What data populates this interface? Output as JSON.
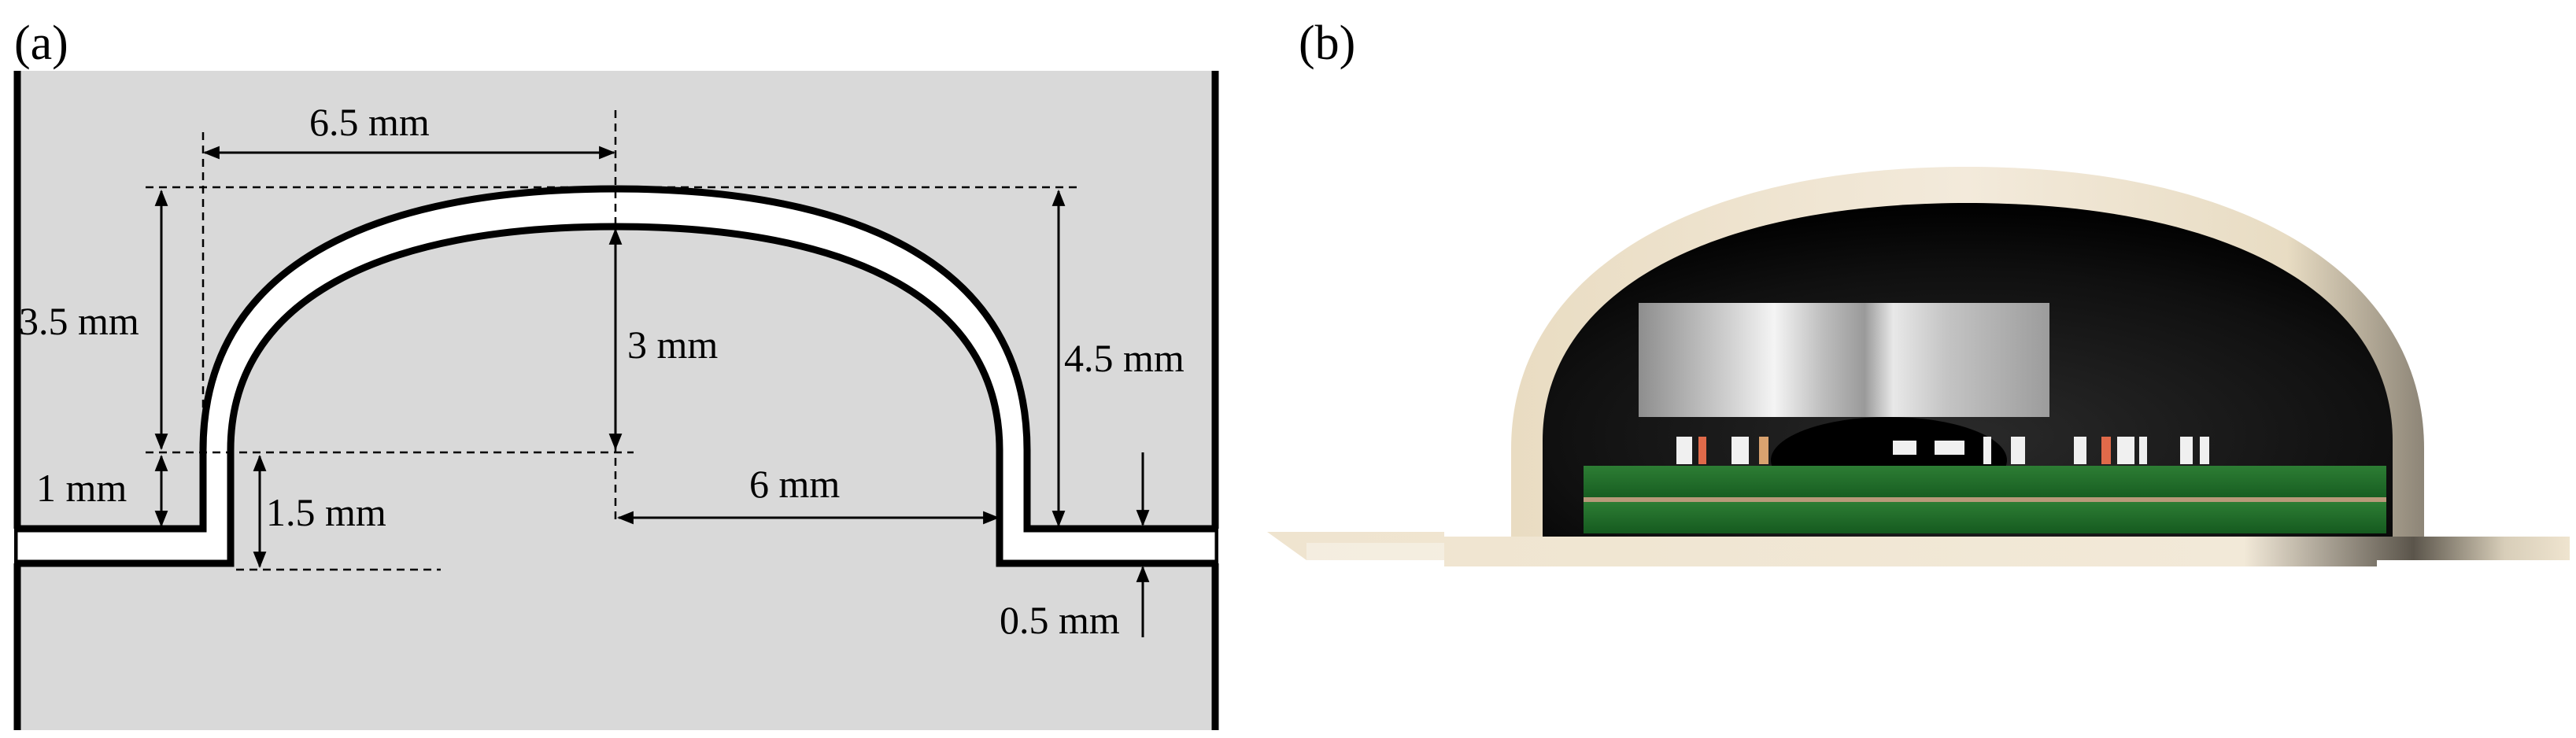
{
  "panels": {
    "a": {
      "label": "(a)",
      "dimensions": {
        "half_width_top": "6.5 mm",
        "left_height": "3.5 mm",
        "center_height": "3 mm",
        "right_height": "4.5 mm",
        "left_base": "1 mm",
        "inner_base": "1.5 mm",
        "inner_half_width": "6 mm",
        "gap": "0.5 mm"
      },
      "colors": {
        "background": "#d9d9d9",
        "channel": "#ffffff",
        "line": "#000000"
      }
    },
    "b": {
      "label": "(b)",
      "colors": {
        "shell": "#efe4cf",
        "cavity": "#141414",
        "battery": "#c9c9c9",
        "pcb": "#1f6b2a"
      }
    }
  }
}
